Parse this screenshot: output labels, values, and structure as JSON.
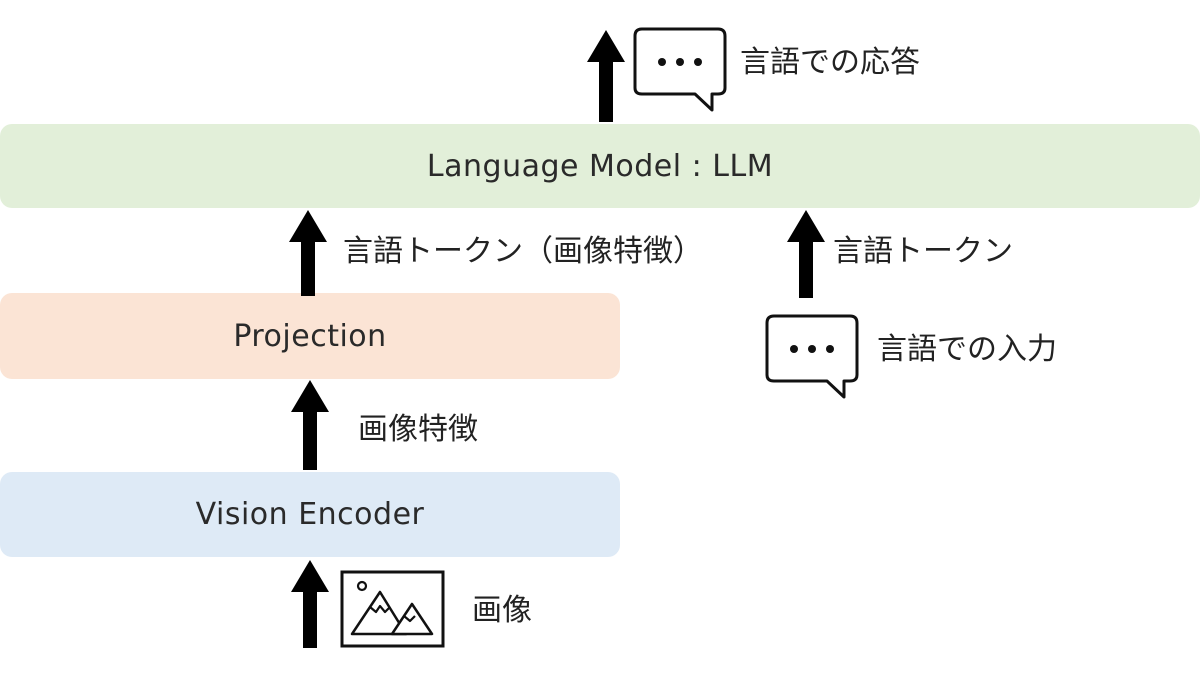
{
  "blocks": {
    "llm": "Language Model : LLM",
    "projection": "Projection",
    "vision_encoder": "Vision Encoder"
  },
  "labels": {
    "response": "言語での応答",
    "tokens_image_features": "言語トークン（画像特徴）",
    "tokens": "言語トークン",
    "input": "言語での入力",
    "image_features": "画像特徴",
    "image": "画像"
  },
  "colors": {
    "llm_block": "#e2efd9",
    "projection_block": "#fbe4d5",
    "vision_block": "#deeaf6",
    "arrow": "#000000"
  },
  "icons": {
    "response": "speech-bubble-icon",
    "input": "speech-bubble-icon",
    "image": "image-icon"
  }
}
